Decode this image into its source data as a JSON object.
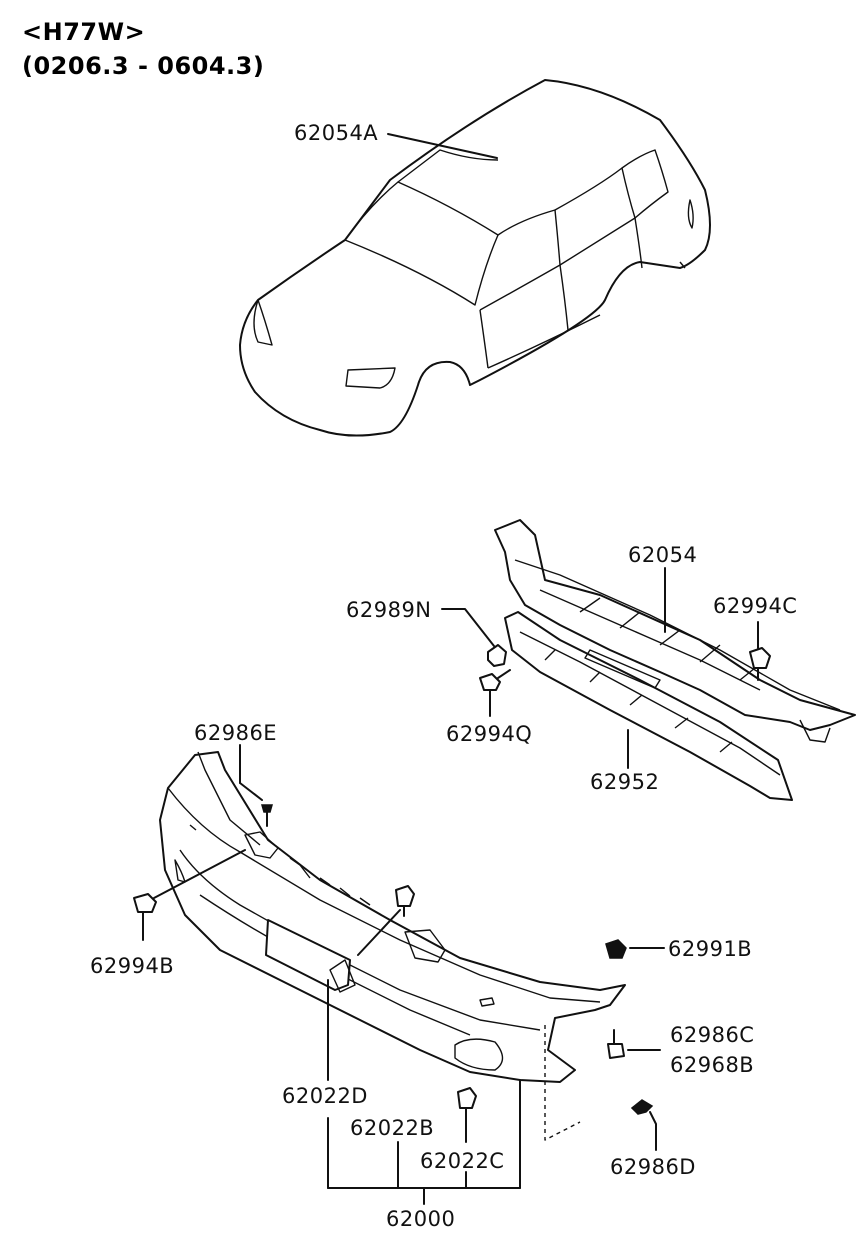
{
  "header": {
    "model_code": "<H77W>",
    "date_range": "(0206.3 - 0604.3)"
  },
  "callouts": [
    {
      "id": "body",
      "label": "62054A"
    },
    {
      "id": "reinforcement",
      "label": "62054"
    },
    {
      "id": "nut-n",
      "label": "62989N"
    },
    {
      "id": "clip-c",
      "label": "62994C"
    },
    {
      "id": "clip-q",
      "label": "62994Q"
    },
    {
      "id": "absorber",
      "label": "62952"
    },
    {
      "id": "screw-e",
      "label": "62986E"
    },
    {
      "id": "clip-b",
      "label": "62994B"
    },
    {
      "id": "nut-b",
      "label": "62991B"
    },
    {
      "id": "screw-c",
      "label": "62986C"
    },
    {
      "id": "bolt-b",
      "label": "62968B"
    },
    {
      "id": "plate-d",
      "label": "62022D"
    },
    {
      "id": "plate-b",
      "label": "62022B"
    },
    {
      "id": "plate-c",
      "label": "62022C"
    },
    {
      "id": "screw-d",
      "label": "62986D"
    },
    {
      "id": "bumper-assy",
      "label": "62000"
    }
  ]
}
